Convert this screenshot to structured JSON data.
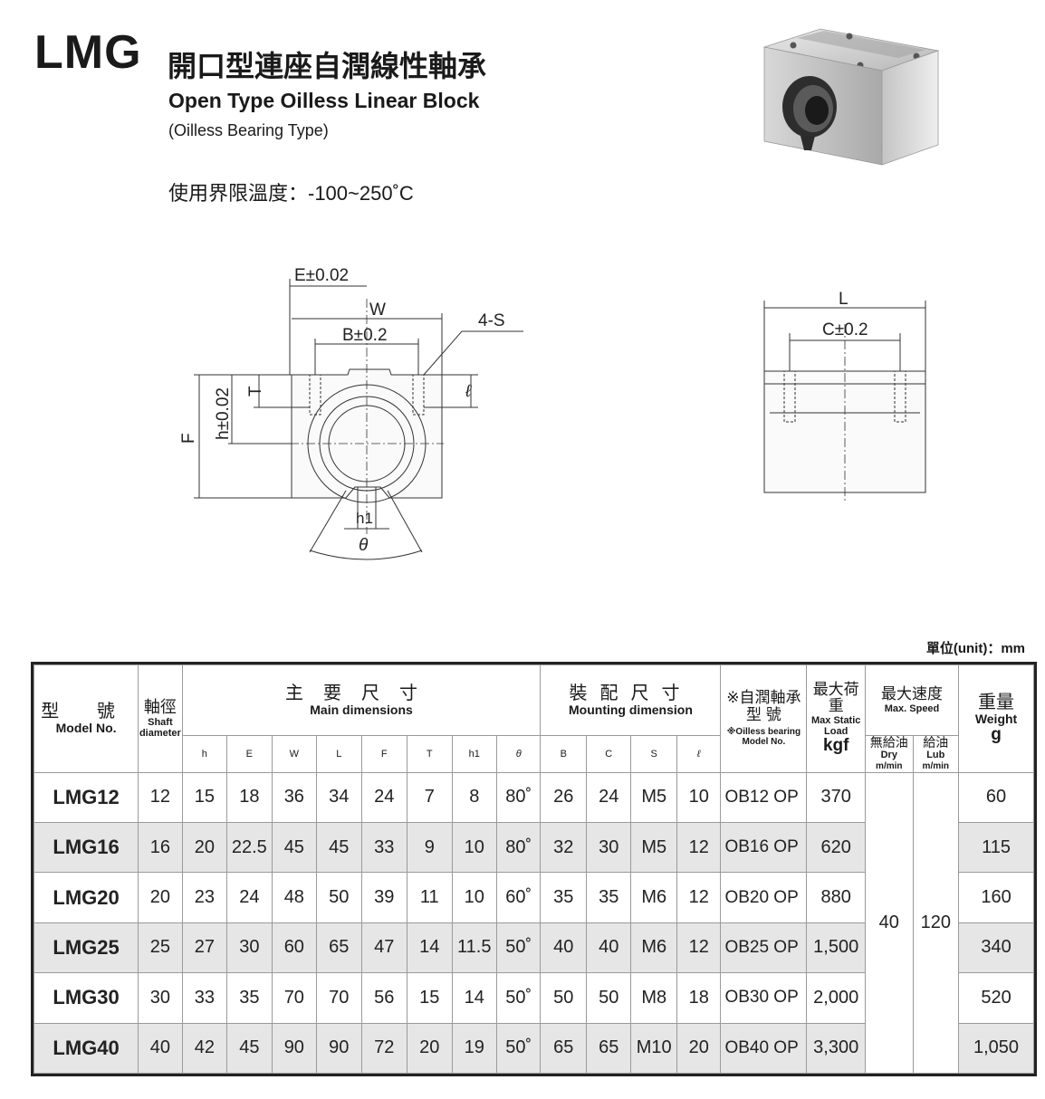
{
  "header": {
    "code": "LMG",
    "title_zh": "開口型連座自潤線性軸承",
    "title_en": "Open Type Oilless Linear Block",
    "subtitle": "(Oilless Bearing Type)",
    "temperature": "使用界限溫度：-100~250˚C"
  },
  "drawing": {
    "front": {
      "dim_E": "E±0.02",
      "dim_W": "W",
      "dim_B": "B±0.2",
      "dim_S": "4-S",
      "dim_T": "T",
      "dim_l": "ℓ",
      "dim_h": "h±0.02",
      "dim_F": "F",
      "dim_h1": "h1",
      "dim_theta": "θ"
    },
    "side": {
      "dim_L": "L",
      "dim_C": "C±0.2"
    }
  },
  "unit_label": "單位(unit)：mm",
  "table": {
    "headers": {
      "model_zh": "型 號",
      "model_en": "Model No.",
      "shaft_zh": "軸徑",
      "shaft_en": "Shaft diameter",
      "main_zh": "主要尺寸",
      "main_en": "Main dimensions",
      "mount_zh": "裝配尺寸",
      "mount_en": "Mounting dimension",
      "bearing_zh": "※自潤軸承 型 號",
      "bearing_en": "※Oilless bearing Model No.",
      "load_zh": "最大荷重",
      "load_en": "Max Static Load",
      "load_unit": "kgf",
      "speed_zh": "最大速度",
      "speed_en": "Max. Speed",
      "dry_zh": "無給油",
      "dry_en": "Dry",
      "dry_unit": "m/min",
      "lub_zh": "給油",
      "lub_en": "Lub",
      "lub_unit": "m/min",
      "weight_zh": "重量",
      "weight_en": "Weight",
      "weight_unit": "g",
      "cols_main": [
        "h",
        "E",
        "W",
        "L",
        "F",
        "T",
        "h1",
        "θ"
      ],
      "cols_mount": [
        "B",
        "C",
        "S",
        "ℓ"
      ]
    },
    "speed_dry": "40",
    "speed_lub": "120",
    "rows": [
      {
        "model": "LMG12",
        "shaft": "12",
        "h": "15",
        "E": "18",
        "W": "36",
        "L": "34",
        "F": "24",
        "T": "7",
        "h1": "8",
        "theta": "80˚",
        "B": "26",
        "C": "24",
        "S": "M5",
        "l": "10",
        "bearing": "OB12 OP",
        "load": "370",
        "weight": "60"
      },
      {
        "model": "LMG16",
        "shaft": "16",
        "h": "20",
        "E": "22.5",
        "W": "45",
        "L": "45",
        "F": "33",
        "T": "9",
        "h1": "10",
        "theta": "80˚",
        "B": "32",
        "C": "30",
        "S": "M5",
        "l": "12",
        "bearing": "OB16 OP",
        "load": "620",
        "weight": "115"
      },
      {
        "model": "LMG20",
        "shaft": "20",
        "h": "23",
        "E": "24",
        "W": "48",
        "L": "50",
        "F": "39",
        "T": "11",
        "h1": "10",
        "theta": "60˚",
        "B": "35",
        "C": "35",
        "S": "M6",
        "l": "12",
        "bearing": "OB20 OP",
        "load": "880",
        "weight": "160"
      },
      {
        "model": "LMG25",
        "shaft": "25",
        "h": "27",
        "E": "30",
        "W": "60",
        "L": "65",
        "F": "47",
        "T": "14",
        "h1": "11.5",
        "theta": "50˚",
        "B": "40",
        "C": "40",
        "S": "M6",
        "l": "12",
        "bearing": "OB25 OP",
        "load": "1,500",
        "weight": "340"
      },
      {
        "model": "LMG30",
        "shaft": "30",
        "h": "33",
        "E": "35",
        "W": "70",
        "L": "70",
        "F": "56",
        "T": "15",
        "h1": "14",
        "theta": "50˚",
        "B": "50",
        "C": "50",
        "S": "M8",
        "l": "18",
        "bearing": "OB30 OP",
        "load": "2,000",
        "weight": "520"
      },
      {
        "model": "LMG40",
        "shaft": "40",
        "h": "42",
        "E": "45",
        "W": "90",
        "L": "90",
        "F": "72",
        "T": "20",
        "h1": "19",
        "theta": "50˚",
        "B": "65",
        "C": "65",
        "S": "M10",
        "l": "20",
        "bearing": "OB40 OP",
        "load": "3,300",
        "weight": "1,050"
      }
    ]
  }
}
